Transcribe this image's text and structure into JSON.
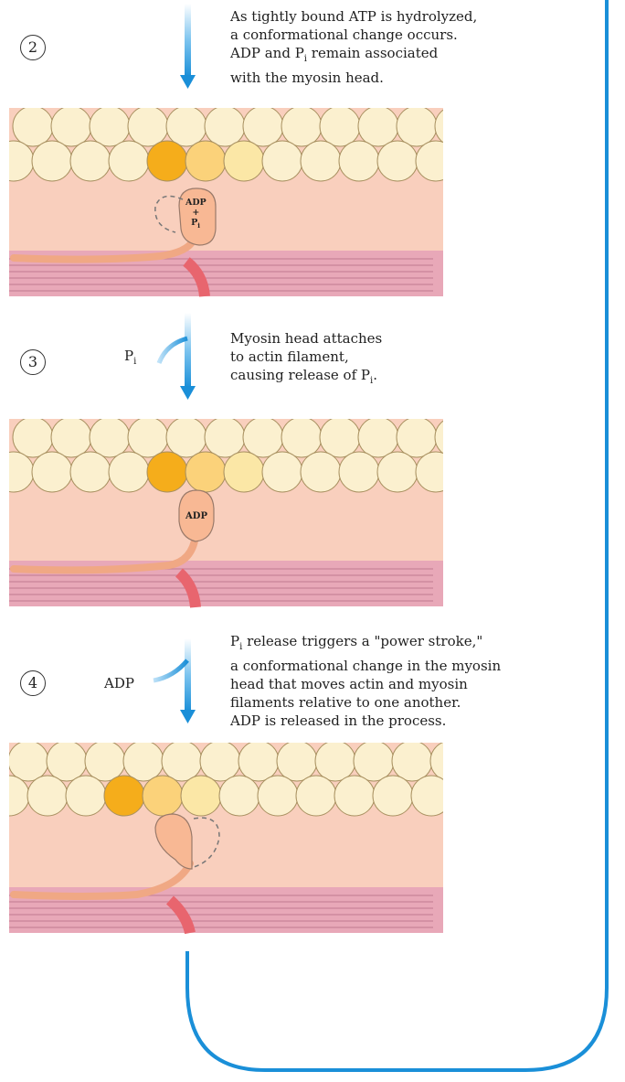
{
  "steps": [
    {
      "number": "2",
      "lines": [
        [
          "As tightly bound ATP is hydrolyzed,"
        ],
        [
          "a conformational change occurs."
        ],
        [
          "ADP and P",
          "i",
          " remain associated"
        ],
        [
          "with the myosin head."
        ]
      ],
      "head_label": [
        "ADP",
        "+",
        "P",
        "i"
      ]
    },
    {
      "number": "3",
      "side_label": [
        "P",
        "i"
      ],
      "lines": [
        [
          "Myosin head attaches"
        ],
        [
          "to actin filament,"
        ],
        [
          "causing release of P",
          "i",
          "."
        ]
      ],
      "head_label": [
        "ADP"
      ]
    },
    {
      "number": "4",
      "side_label": [
        "ADP"
      ],
      "lines": [
        [
          "P",
          "i",
          " release triggers a \"power stroke,\""
        ],
        [
          "a conformational change in the myosin"
        ],
        [
          "head that moves actin and myosin"
        ],
        [
          "filaments relative to one another."
        ],
        [
          "ADP is released in the process."
        ]
      ]
    }
  ],
  "colors": {
    "actin_bead": "#fbf0cf",
    "bead_dark": "#f5ad1b",
    "bead_mid": "#fbd27a",
    "bead_light": "#fbe7a6",
    "background": "#f9cfbd",
    "myosin_head": "#f8b894",
    "thick_filament": "#e8a8b8",
    "myosin_tail": "#e8656e",
    "arrow": "#1a8fd8",
    "cycle_line": "#1a8fd8"
  }
}
